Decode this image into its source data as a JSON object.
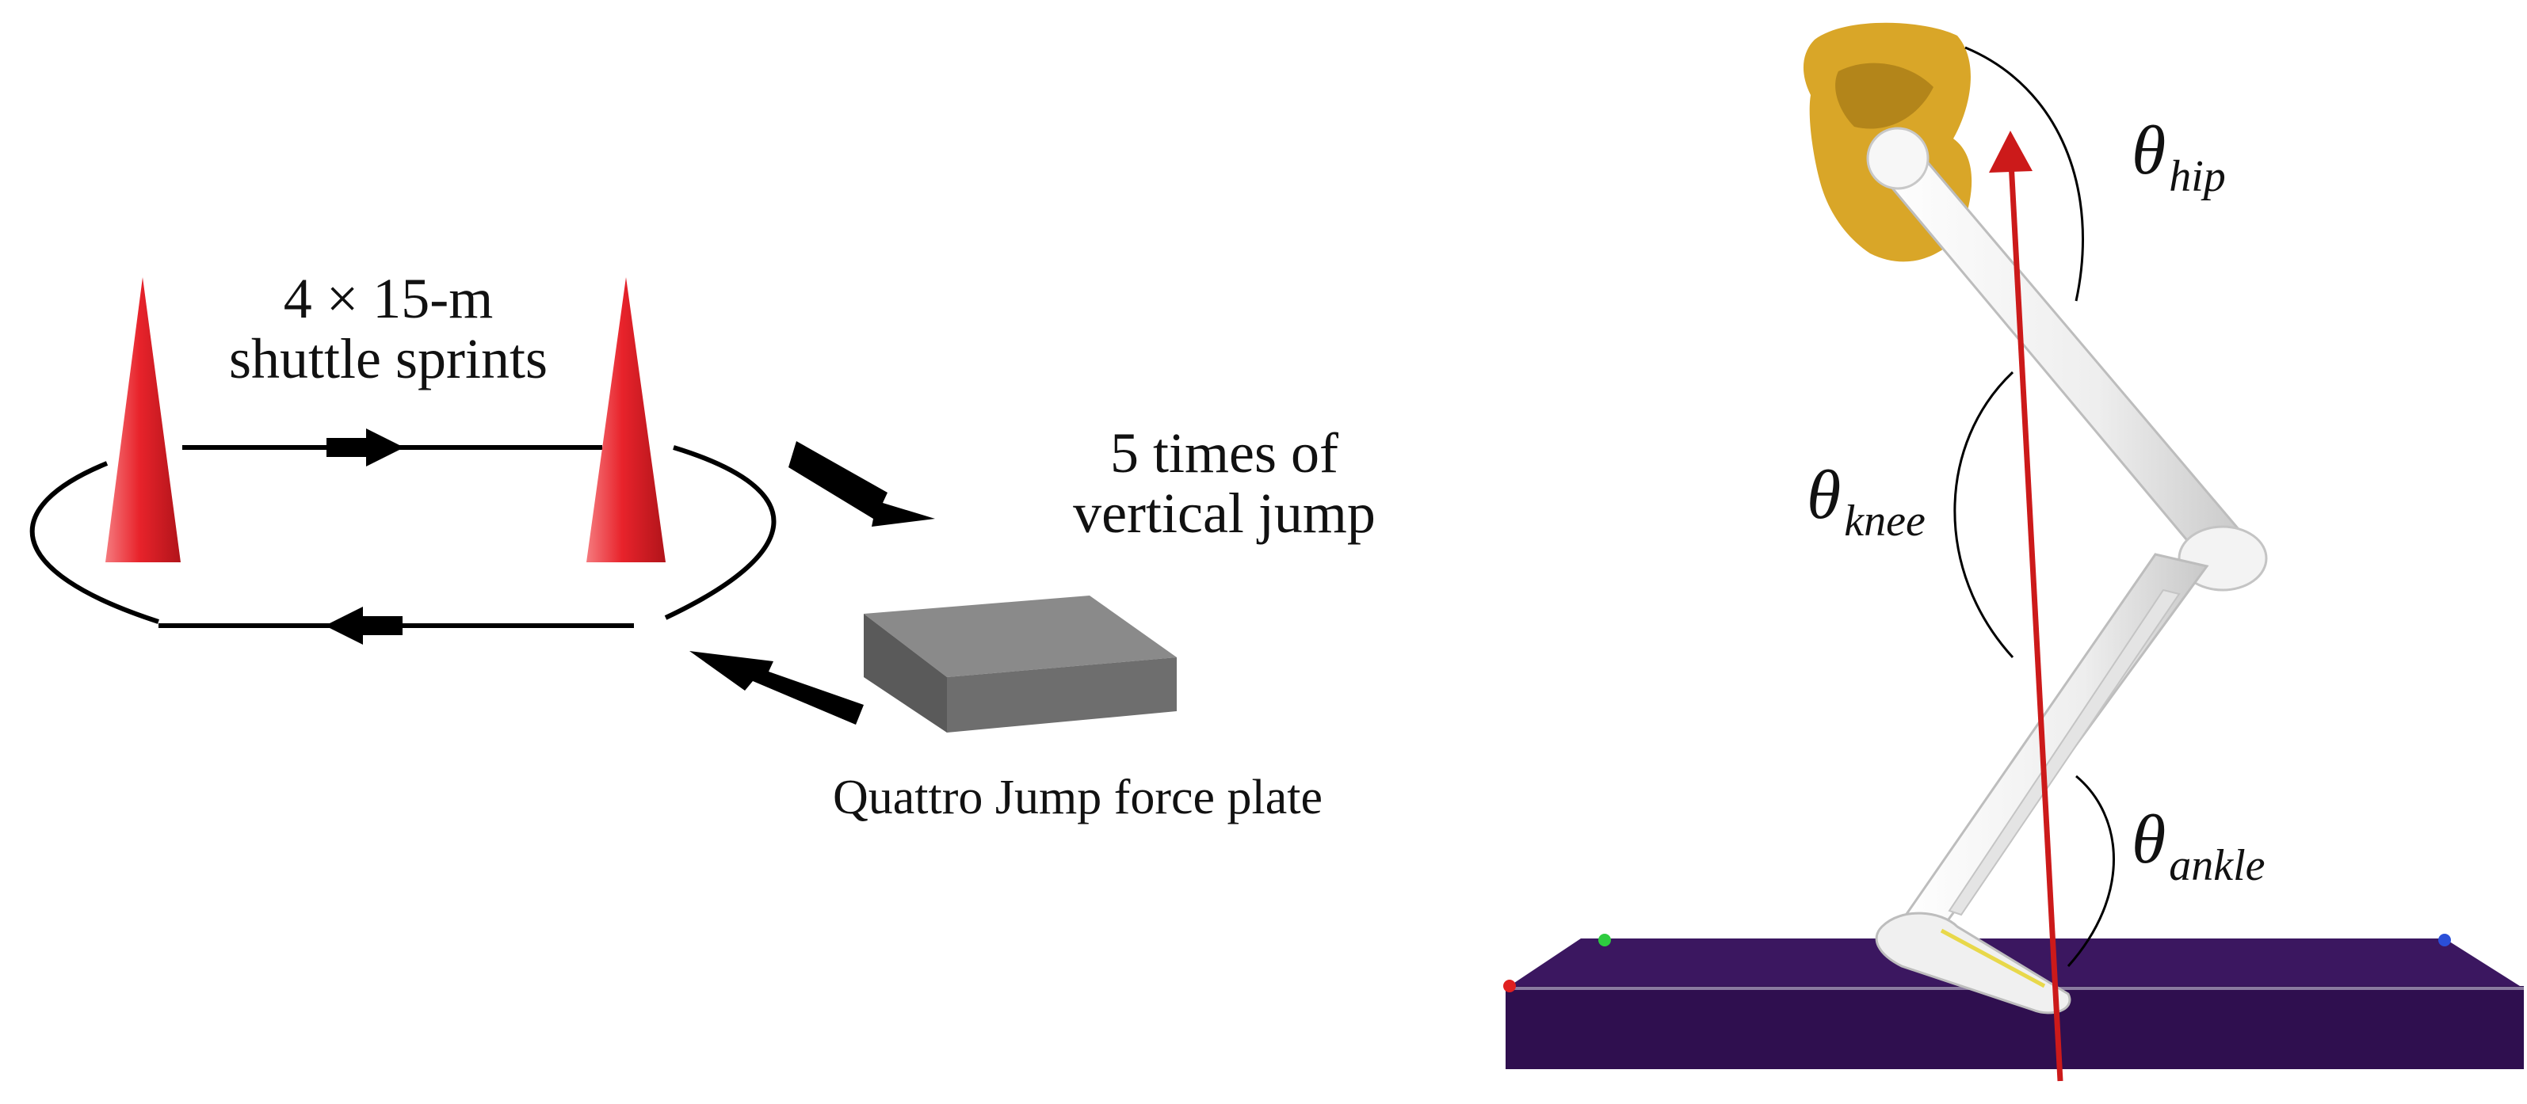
{
  "left_panel": {
    "sprint_label": [
      "4 × 15-m",
      "shuttle sprints"
    ],
    "jump_label": [
      "5 times of",
      "vertical jump"
    ],
    "plate_label": "Quattro Jump force plate"
  },
  "right_panel": {
    "angles": {
      "hip": {
        "symbol": "θ",
        "subscript": "hip"
      },
      "knee": {
        "symbol": "θ",
        "subscript": "knee"
      },
      "ankle": {
        "symbol": "θ",
        "subscript": "ankle"
      }
    }
  },
  "colors": {
    "cone": "#e8232b",
    "platform": "#2f0f4f",
    "pelvis": "#d9a628",
    "bone": "#f2f2f2",
    "vector": "#cc1a1a",
    "force_plate": "#6e6e6e"
  }
}
